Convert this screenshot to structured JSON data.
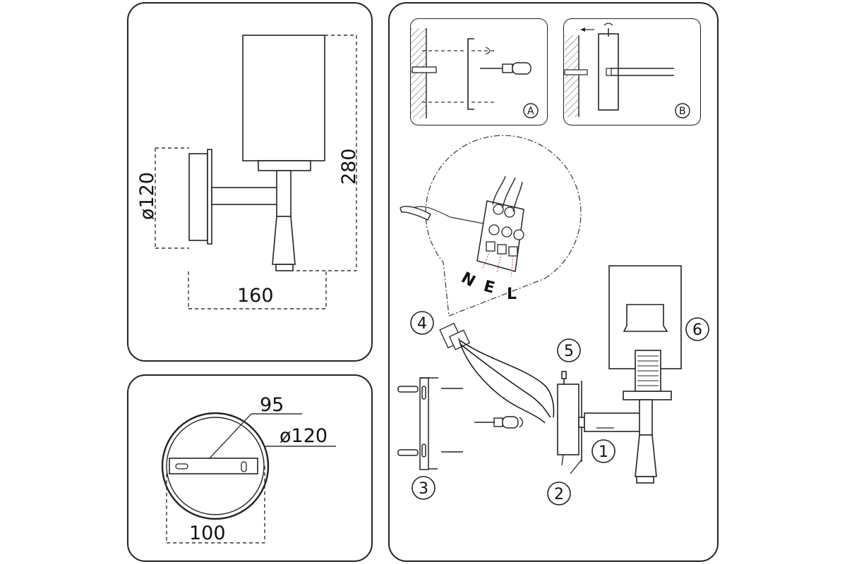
{
  "dimensions_panel": {
    "diameter": "ø120",
    "height": "280",
    "depth": "160"
  },
  "base_panel": {
    "mount_width": "95",
    "diameter": "ø120",
    "inner_width": "100"
  },
  "detail_a": {
    "label": "A"
  },
  "detail_b": {
    "label": "B"
  },
  "wiring": {
    "terminals": [
      "N",
      "E",
      "L"
    ]
  },
  "steps": {
    "step_1": "1",
    "step_2": "2",
    "step_3": "3",
    "step_4": "4",
    "step_5": "5",
    "step_6": "6"
  },
  "colors": {
    "line": "#222222",
    "wire_accent": "#e0568b"
  }
}
